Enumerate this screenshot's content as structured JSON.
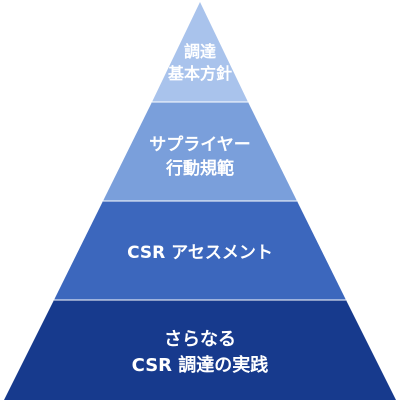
{
  "pyramid": {
    "tiers": [
      {
        "lines": [
          "調達",
          "基本方針"
        ],
        "color": "#a9c3ec"
      },
      {
        "lines": [
          "サプライヤー",
          "行動規範"
        ],
        "color": "#7a9fdb"
      },
      {
        "lines": [
          "CSR アセスメント"
        ],
        "color": "#3c67bd"
      },
      {
        "lines": [
          "さらなる",
          "CSR 調達の実践"
        ],
        "color": "#173a8d"
      }
    ]
  }
}
